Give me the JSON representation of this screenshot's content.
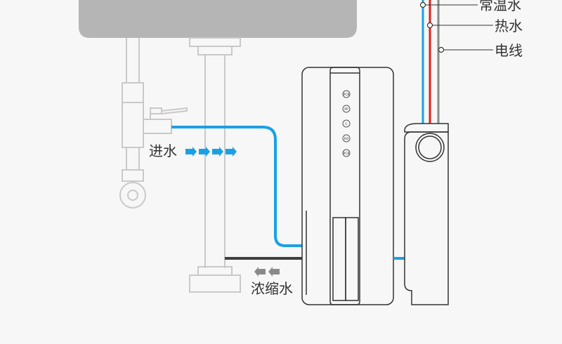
{
  "labels": {
    "room_water": "常温水",
    "hot_water": "热水",
    "power_line": "电线",
    "water_in": "进水",
    "waste_water": "浓缩水"
  },
  "filter_icons": [
    "PCB",
    "PP",
    "C",
    "RO",
    "PCB"
  ],
  "colors": {
    "inlet": "#1aa1e4",
    "hot": "#e0231d",
    "waste": "#404040",
    "outline": "#c9c9c9",
    "sink": "#b5b5b5",
    "purifier": "#333333",
    "text": "#333333"
  }
}
